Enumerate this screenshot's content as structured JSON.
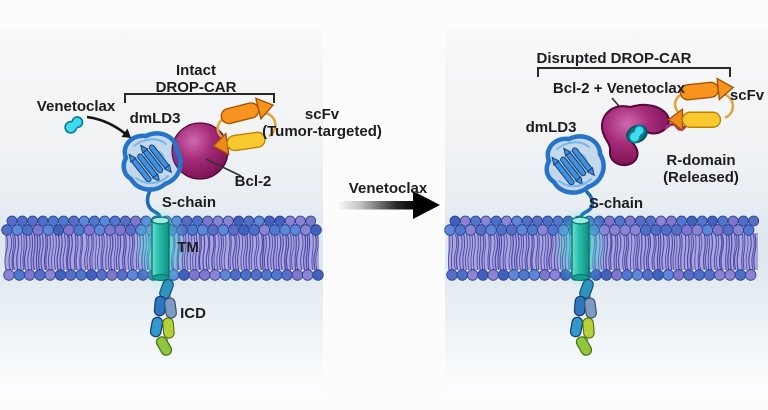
{
  "left_panel": {
    "title_line1": "Intact",
    "title_line2": "DROP-CAR",
    "venetoclax_label": "Venetoclax",
    "dmld3_label": "dmLD3",
    "bcl2_label": "Bcl-2",
    "scfv_label": "scFv",
    "scfv_sublabel": "(Tumor-targeted)",
    "schain_label": "S-chain",
    "tm_label": "TM",
    "icd_label": "ICD"
  },
  "transition": {
    "drug_label": "Venetoclax"
  },
  "right_panel": {
    "title": "Disrupted DROP-CAR",
    "complex_label": "Bcl-2 + Venetoclax",
    "scfv_label": "scFv",
    "dmld3_label": "dmLD3",
    "rdomain_line1": "R-domain",
    "rdomain_line2": "(Released)",
    "schain_label": "S-chain"
  },
  "colors": {
    "dmld3_blue": "#2e7fd4",
    "bcl2_magenta": "#8f1b66",
    "scfv_orange": "#f8941d",
    "scfv_yellow": "#f9c92f",
    "venetoclax_cyan": "#3fdbee",
    "tm_teal": "#2ec2b0",
    "membrane_head_blue": "#4d78ce",
    "membrane_head_purple": "#7e77cd",
    "membrane_tail_indigo": "#3c3b9b",
    "icd_green": "#8dc63f",
    "text": "#1d1d1f"
  }
}
